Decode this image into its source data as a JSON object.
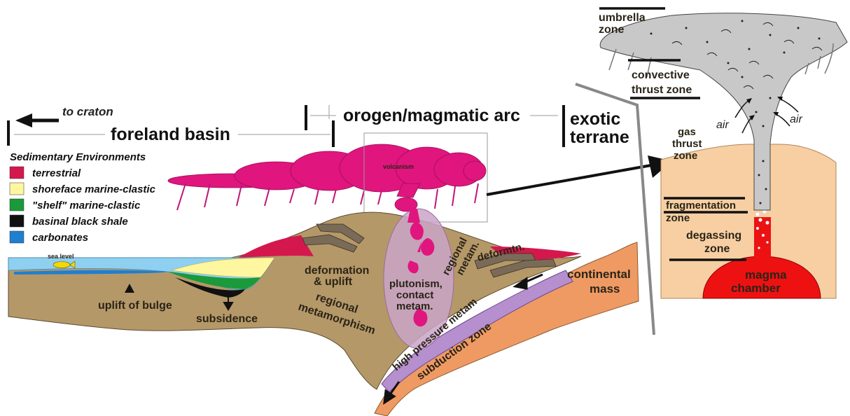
{
  "headers": {
    "to_craton": "to craton",
    "foreland_basin": "foreland basin",
    "orogen": "orogen/magmatic arc",
    "exotic_1": "exotic",
    "exotic_2": "terrane"
  },
  "legend": {
    "title": "Sedimentary Environments",
    "items": [
      {
        "label": "terrestrial",
        "color": "#d4184e"
      },
      {
        "label": "shoreface marine-clastic",
        "color": "#fff6a0"
      },
      {
        "label": "\"shelf\" marine-clastic",
        "color": "#1a9a3a"
      },
      {
        "label": "basinal black shale",
        "color": "#111111"
      },
      {
        "label": "carbonates",
        "color": "#1f7fd0"
      }
    ]
  },
  "cross_section": {
    "sea_level": "sea level",
    "uplift_of_bulge": "uplift of bulge",
    "subsidence": "subsidence",
    "deformation_1": "deformation",
    "deformation_2": "& uplift",
    "regional_metamorphism_1": "regional",
    "regional_metamorphism_2": "metamorphism",
    "plutonism_1": "plutonism,",
    "plutonism_2": "contact",
    "plutonism_3": "metam.",
    "regional_metam_1": "regional",
    "regional_metam_2": "metam.",
    "deformtn": "deformtn.",
    "continental_1": "continental",
    "continental_2": "mass",
    "high_pressure": "high pressure metam",
    "subduction_zone": "subduction zone",
    "volcanism": "volcanism"
  },
  "volcano_inset": {
    "umbrella_1": "umbrella",
    "umbrella_2": "zone",
    "convective_1": "convective",
    "convective_2": "thrust zone",
    "air_left": "air",
    "air_right": "air",
    "gas_1": "gas",
    "gas_2": "thrust",
    "gas_3": "zone",
    "fragmentation_1": "fragmentation",
    "fragmentation_2": "zone",
    "degassing_1": "degassing",
    "degassing_2": "zone",
    "magma_1": "magma",
    "magma_2": "chamber"
  },
  "colors": {
    "crust": "#b59868",
    "continental": "#ef9a63",
    "magenta": "#e0157e",
    "pluton_zone": "#c9a4c8",
    "hp_band": "#b58fce",
    "inset_crust": "#f7cfa2",
    "plume": "#c8c8c8",
    "magma": "#ee1111",
    "water": "#8fd0f0"
  }
}
